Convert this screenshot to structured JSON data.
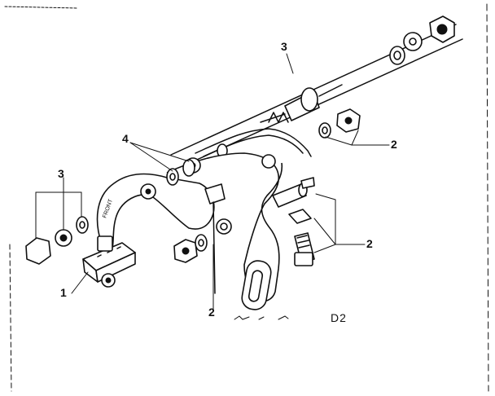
{
  "diagram": {
    "code": "D2",
    "callouts": {
      "c1": "1",
      "c2_bottom": "2",
      "c2_right_upper": "2",
      "c2_right_lower": "2",
      "c3_left": "3",
      "c3_top": "3",
      "c4": "4"
    }
  },
  "colors": {
    "ink": "#111111",
    "paper": "#ffffff"
  }
}
